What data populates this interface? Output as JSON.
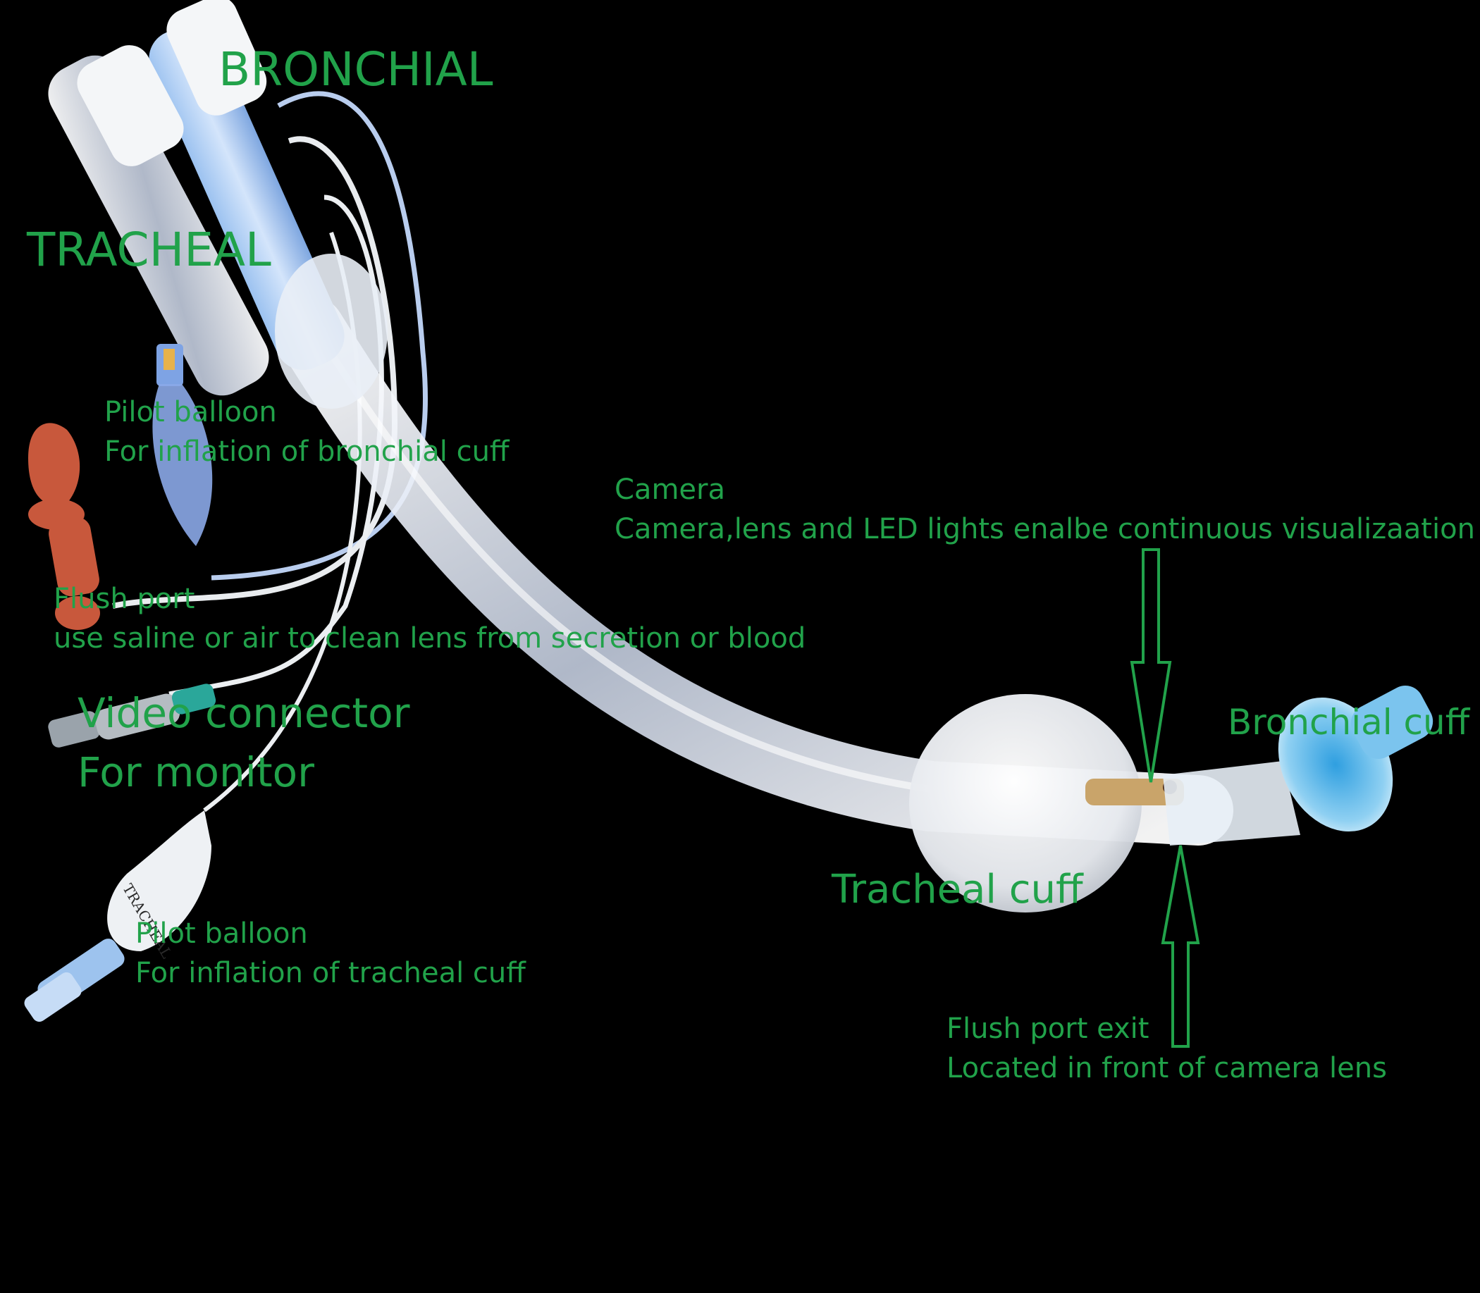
{
  "colors": {
    "background": "#000000",
    "label_green": "#21a24a",
    "tube_clear": "#e8eef8",
    "tube_blue": "#8fb1e6",
    "cuff_white": "#f2f4f7",
    "cap_orange": "#c8583c",
    "connector_teal": "#2aa79a",
    "bronchial_cuff_blue": "#3aa7e0"
  },
  "labels": {
    "bronchial": "BRONCHIAL",
    "tracheal": "TRACHEAL",
    "pilot_bronchial": {
      "title": "Pilot balloon",
      "desc": "For inflation of bronchial cuff"
    },
    "camera": {
      "title": "Camera",
      "desc": "Camera,lens and LED lights enalbe continuous visualizaation"
    },
    "flush_port": {
      "title": "Flush port",
      "desc": "use saline or air to clean lens from secretion or blood"
    },
    "video_connector": {
      "title": "Video connector",
      "desc": "For monitor"
    },
    "pilot_tracheal": {
      "title": "Pilot balloon",
      "desc": "For inflation of tracheal cuff"
    },
    "bronchial_cuff": "Bronchial cuff",
    "tracheal_cuff": "Tracheal cuff",
    "flush_exit": {
      "title": "Flush port exit",
      "desc": "Located in front of camera lens"
    }
  },
  "device_text": {
    "tracheal_balloon_tag": "TRACHEAL"
  },
  "icons": [
    "down-arrow-icon",
    "up-arrow-icon"
  ]
}
